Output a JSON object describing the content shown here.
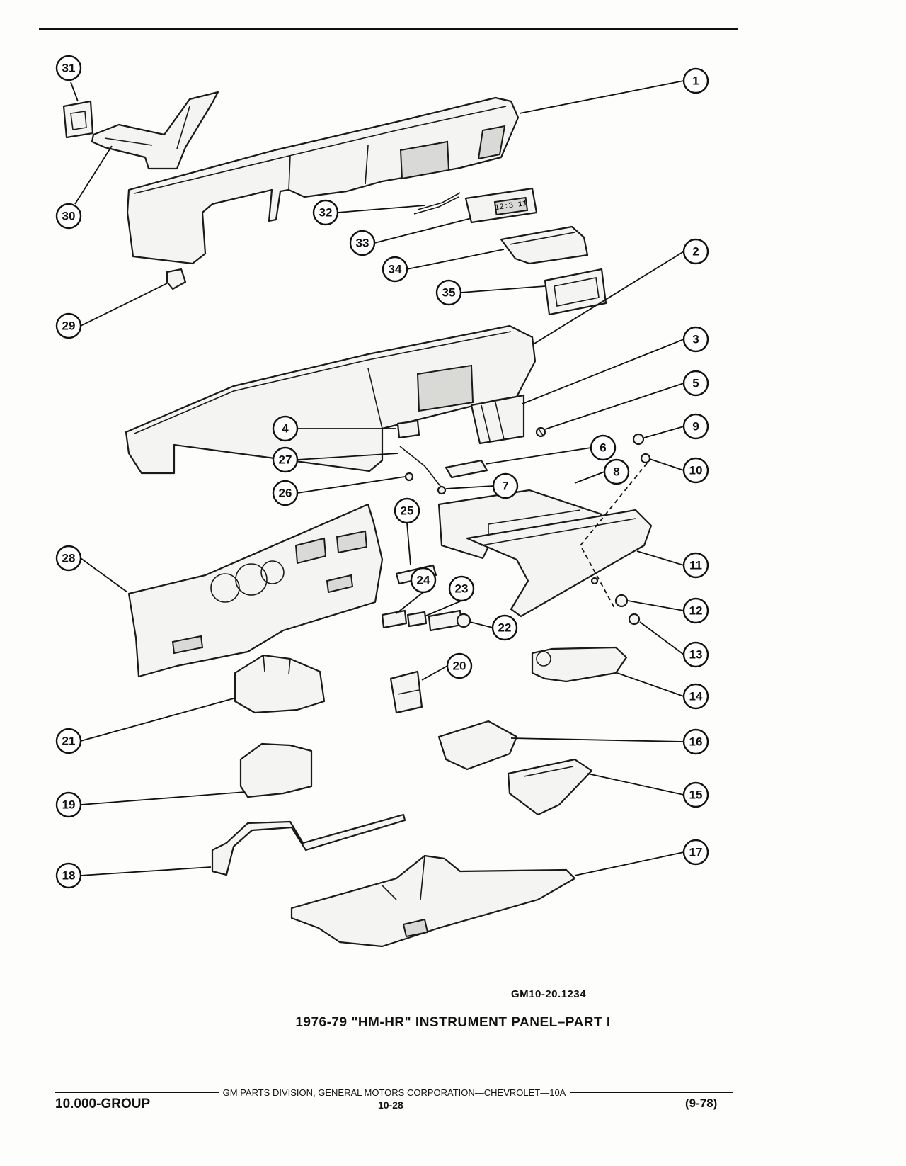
{
  "figure_code": "GM10-20.1234",
  "caption": "1976-79 \"HM-HR\" INSTRUMENT PANEL–PART I",
  "footer": {
    "division": "GM PARTS DIVISION, GENERAL MOTORS CORPORATION—CHEVROLET—10A",
    "group": "10.000-GROUP",
    "page": "10-28",
    "date": "(9-78)"
  },
  "clock_display": "12:3 11",
  "callouts": [
    {
      "id": "callout-1",
      "label": "1"
    },
    {
      "id": "callout-2",
      "label": "2"
    },
    {
      "id": "callout-3",
      "label": "3"
    },
    {
      "id": "callout-4",
      "label": "4"
    },
    {
      "id": "callout-5",
      "label": "5"
    },
    {
      "id": "callout-6",
      "label": "6"
    },
    {
      "id": "callout-7",
      "label": "7"
    },
    {
      "id": "callout-8",
      "label": "8"
    },
    {
      "id": "callout-9",
      "label": "9"
    },
    {
      "id": "callout-10",
      "label": "10"
    },
    {
      "id": "callout-11",
      "label": "11"
    },
    {
      "id": "callout-12",
      "label": "12"
    },
    {
      "id": "callout-13",
      "label": "13"
    },
    {
      "id": "callout-14",
      "label": "14"
    },
    {
      "id": "callout-15",
      "label": "15"
    },
    {
      "id": "callout-16",
      "label": "16"
    },
    {
      "id": "callout-17",
      "label": "17"
    },
    {
      "id": "callout-18",
      "label": "18"
    },
    {
      "id": "callout-19",
      "label": "19"
    },
    {
      "id": "callout-20",
      "label": "20"
    },
    {
      "id": "callout-21",
      "label": "21"
    },
    {
      "id": "callout-22",
      "label": "22"
    },
    {
      "id": "callout-23",
      "label": "23"
    },
    {
      "id": "callout-24",
      "label": "24"
    },
    {
      "id": "callout-25",
      "label": "25"
    },
    {
      "id": "callout-26",
      "label": "26"
    },
    {
      "id": "callout-27",
      "label": "27"
    },
    {
      "id": "callout-28",
      "label": "28"
    },
    {
      "id": "callout-29",
      "label": "29"
    },
    {
      "id": "callout-30",
      "label": "30"
    },
    {
      "id": "callout-31",
      "label": "31"
    },
    {
      "id": "callout-32",
      "label": "32"
    },
    {
      "id": "callout-33",
      "label": "33"
    },
    {
      "id": "callout-34",
      "label": "34"
    },
    {
      "id": "callout-35",
      "label": "35"
    }
  ]
}
